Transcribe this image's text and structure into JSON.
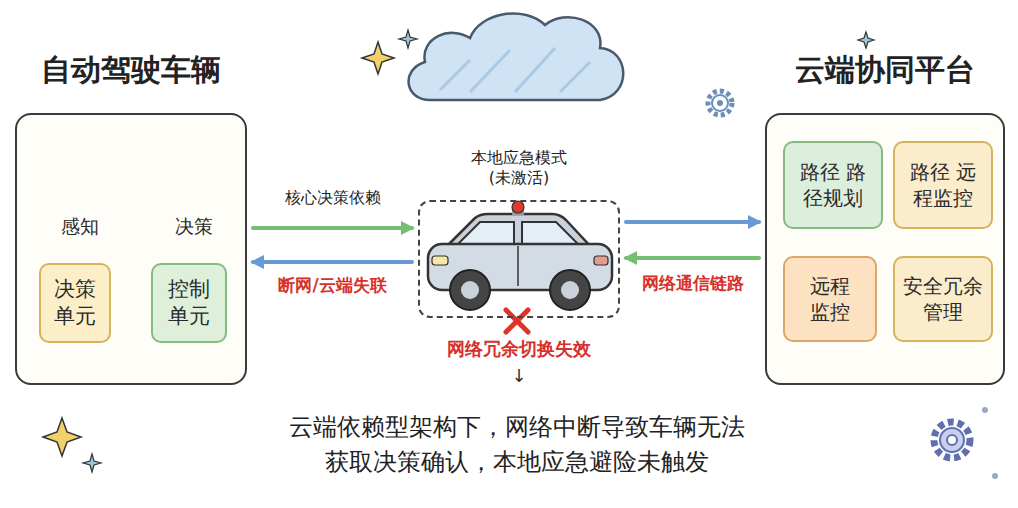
{
  "diagram": {
    "caption": "云端依赖型架构下，网络中断导致车辆无法获取决策确认，本地应急避险未触发",
    "nodes": [
      {
        "text": [
          "自动驾驶车辆"
        ]
      },
      {
        "text": [
          "感知"
        ],
        "in": 0
      },
      {
        "text": [
          "决策"
        ],
        "in": 0
      },
      {
        "text": [
          "决策 单元"
        ],
        "in": 0
      },
      {
        "text": [
          "控制 单元"
        ],
        "in": 0
      },
      {
        "text": [
          "云端协同平台"
        ]
      },
      {
        "text": [
          "路径 路径规划"
        ],
        "in": 5
      },
      {
        "text": [
          "路径 远程监控"
        ],
        "in": 5
      },
      {
        "text": [
          "远程 监控"
        ],
        "in": 5
      },
      {
        "text": [
          "安全冗余 管理"
        ],
        "in": 5
      },
      {
        "text": [
          "本地应急模式 (未激活)"
        ]
      }
    ],
    "edges": [
      {
        "from": 1,
        "to": 2,
        "arrow": "to"
      },
      {
        "from": 0,
        "to": 10,
        "label": "核心决策依赖",
        "arrow": "to"
      },
      {
        "from": 10,
        "to": 0,
        "label": "断网/云端失联",
        "arrow": "to"
      },
      {
        "from": 10,
        "to": 5,
        "arrow": "to"
      },
      {
        "from": 5,
        "to": 10,
        "label": "网络通信链路",
        "arrow": "to"
      }
    ],
    "labels": [
      "网络冗余切换失效",
      "↓"
    ]
  }
}
